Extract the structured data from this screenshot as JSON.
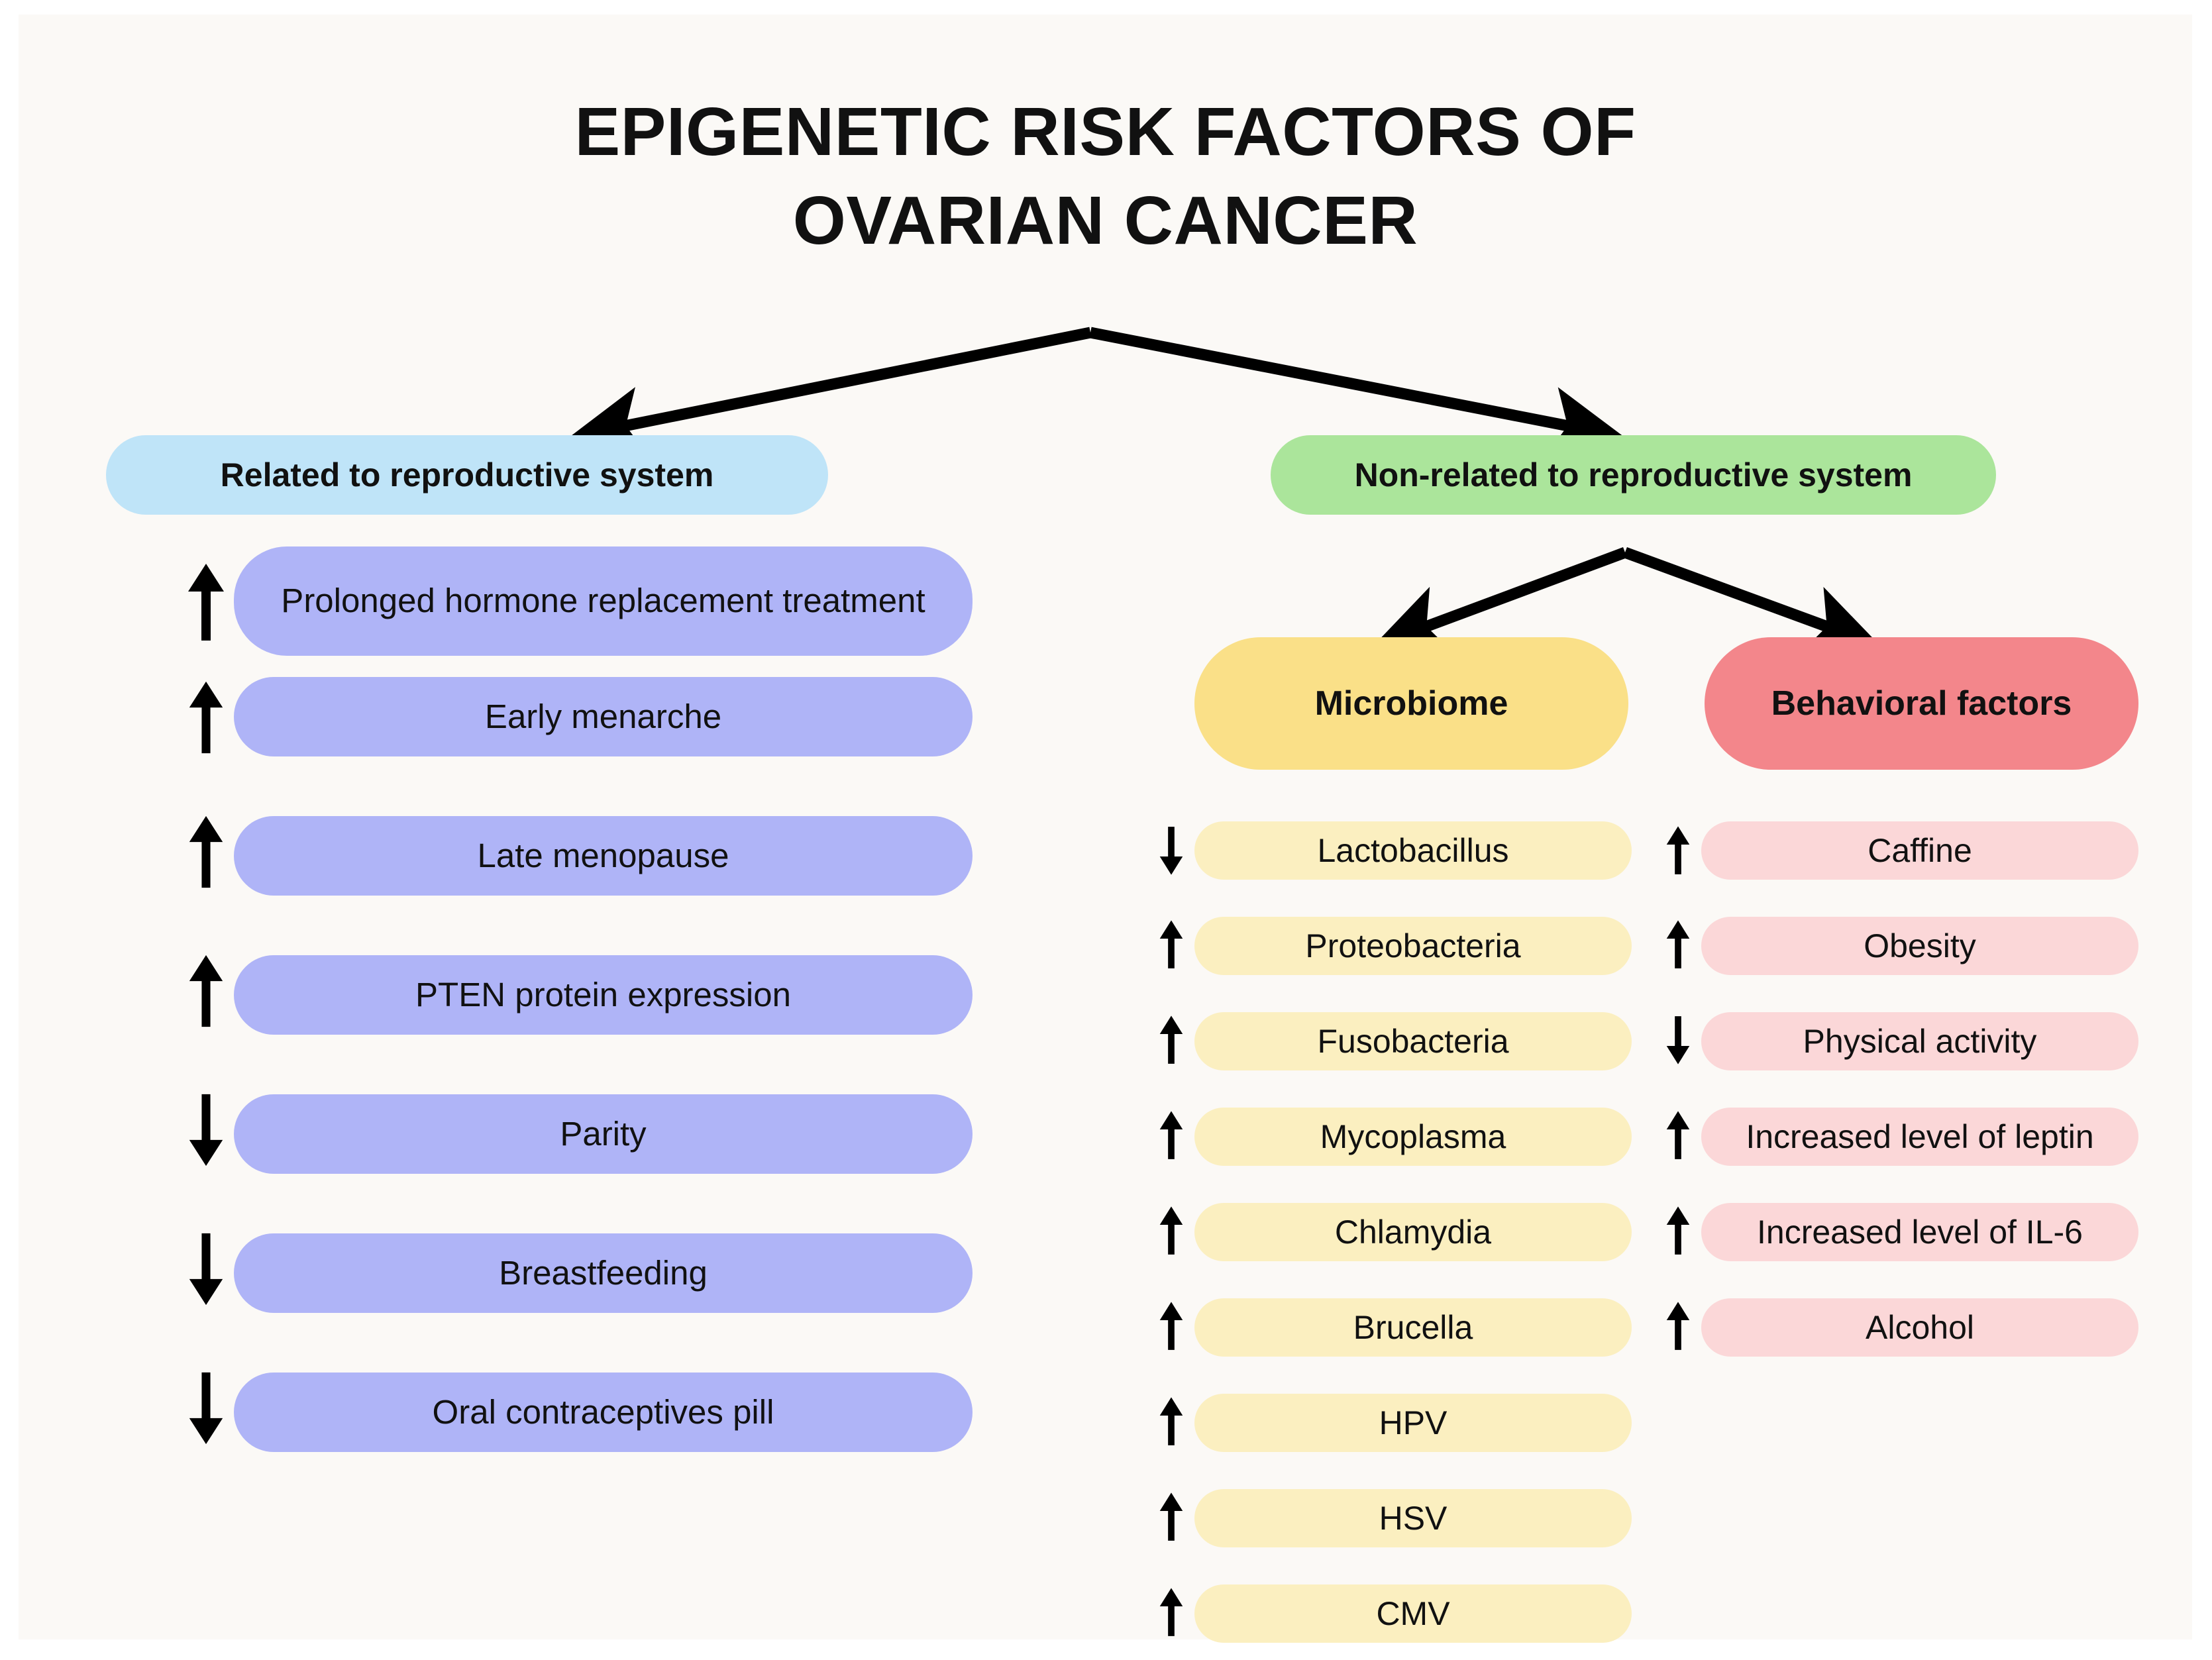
{
  "figure": {
    "title_lines": [
      "EPIGENETIC RISK FACTORS OF",
      "OVARIAN CANCER"
    ],
    "background": "#FBF9F6"
  },
  "colors": {
    "reproductive_header": "#BFE4F8",
    "nonreproductive_header": "#ABE59B",
    "reproductive_item": "#AFB4F7",
    "microbiome_header": "#FAE088",
    "microbiome_item": "#FBEFC0",
    "behavioral_header": "#F3868B",
    "behavioral_item": "#FBD7D8",
    "arrow": "#000000"
  },
  "branches": {
    "reproductive": {
      "header": "Related to reproductive system",
      "items": [
        {
          "label": "Prolonged hormone replacement treatment",
          "trend": "up",
          "icon": "arrow-up-icon"
        },
        {
          "label": "Early menarche",
          "trend": "up",
          "icon": "arrow-up-icon"
        },
        {
          "label": "Late menopause",
          "trend": "up",
          "icon": "arrow-up-icon"
        },
        {
          "label": "PTEN protein expression",
          "trend": "up",
          "icon": "arrow-up-icon"
        },
        {
          "label": "Parity",
          "trend": "down",
          "icon": "arrow-down-icon"
        },
        {
          "label": "Breastfeeding",
          "trend": "down",
          "icon": "arrow-down-icon"
        },
        {
          "label": "Oral contraceptives pill",
          "trend": "down",
          "icon": "arrow-down-icon"
        }
      ]
    },
    "nonreproductive": {
      "header": "Non-related to reproductive system",
      "subgroups": {
        "microbiome": {
          "header": "Microbiome",
          "items": [
            {
              "label": "Lactobacillus",
              "trend": "down",
              "icon": "arrow-down-icon"
            },
            {
              "label": "Proteobacteria",
              "trend": "up",
              "icon": "arrow-up-icon"
            },
            {
              "label": "Fusobacteria",
              "trend": "up",
              "icon": "arrow-up-icon"
            },
            {
              "label": "Mycoplasma",
              "trend": "up",
              "icon": "arrow-up-icon"
            },
            {
              "label": "Chlamydia",
              "trend": "up",
              "icon": "arrow-up-icon"
            },
            {
              "label": "Brucella",
              "trend": "up",
              "icon": "arrow-up-icon"
            },
            {
              "label": "HPV",
              "trend": "up",
              "icon": "arrow-up-icon"
            },
            {
              "label": "HSV",
              "trend": "up",
              "icon": "arrow-up-icon"
            },
            {
              "label": "CMV",
              "trend": "up",
              "icon": "arrow-up-icon"
            }
          ]
        },
        "behavioral": {
          "header": "Behavioral factors",
          "items": [
            {
              "label": "Caffine",
              "trend": "up",
              "icon": "arrow-up-icon"
            },
            {
              "label": "Obesity",
              "trend": "up",
              "icon": "arrow-up-icon"
            },
            {
              "label": "Physical activity",
              "trend": "down",
              "icon": "arrow-down-icon"
            },
            {
              "label": "Increased level of leptin",
              "trend": "up",
              "icon": "arrow-up-icon"
            },
            {
              "label": "Increased level of IL-6",
              "trend": "up",
              "icon": "arrow-up-icon"
            },
            {
              "label": "Alcohol",
              "trend": "up",
              "icon": "arrow-up-icon"
            }
          ]
        }
      }
    }
  }
}
